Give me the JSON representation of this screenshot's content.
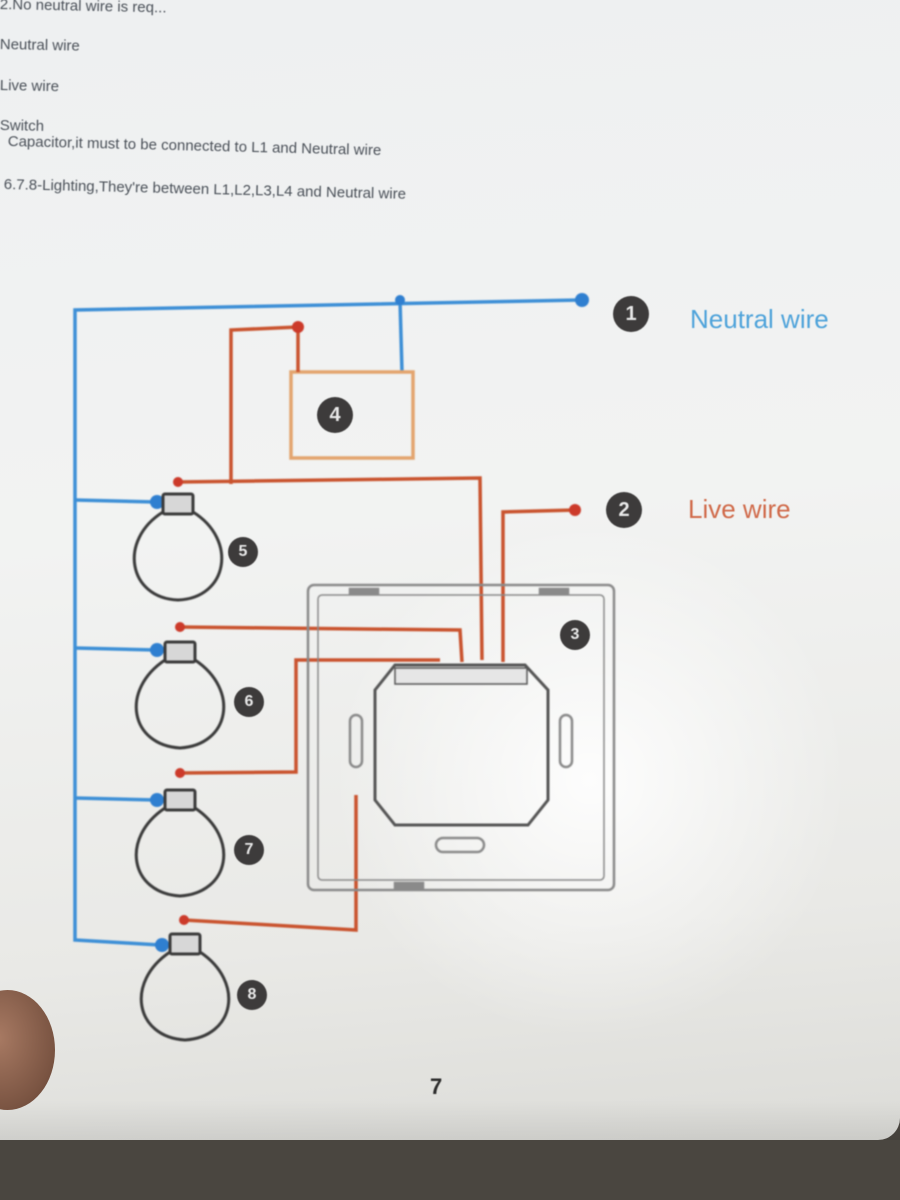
{
  "instructions": {
    "lines": [
      "2.No neutral wire is req...",
      "Neutral wire",
      "Live wire",
      "Switch",
      "Capacitor,it must to be connected to L1 and Neutral wire",
      "6.7.8-Lighting,They're between L1,L2,L3,L4 and Neutral wire"
    ]
  },
  "diagram": {
    "neutral_badge": "1",
    "neutral_label": "Neutral wire",
    "live_badge": "2",
    "live_label": "Live wire",
    "switch_badge": "3",
    "capacitor_badge": "4",
    "lamp_badges": [
      "5",
      "6",
      "7",
      "8"
    ],
    "colors": {
      "neutral": "#3d8fd6",
      "live": "#c9532e",
      "capacitor_box": "#e3a46e",
      "module": "#8a8a8a"
    }
  },
  "page": {
    "number": "7"
  }
}
